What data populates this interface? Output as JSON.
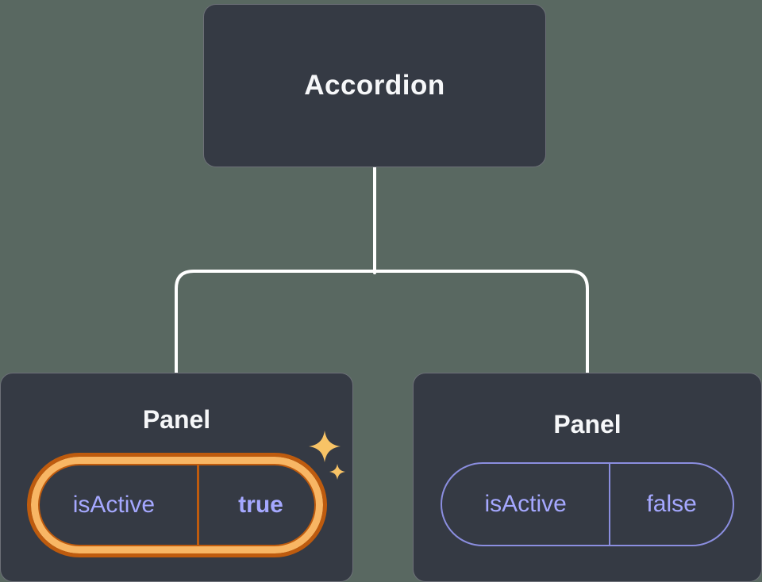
{
  "diagram": {
    "root": {
      "label": "Accordion"
    },
    "panels": [
      {
        "label": "Panel",
        "prop_name": "isActive",
        "prop_value": "true",
        "state": "active-highlighted"
      },
      {
        "label": "Panel",
        "prop_name": "isActive",
        "prop_value": "false",
        "state": "inactive"
      }
    ],
    "colors": {
      "background": "#596861",
      "node_bg": "#353A44",
      "node_text": "#F6F7F9",
      "connector": "#FFFFFF",
      "prop_accent": "#A5A8FF",
      "prop_border": "#8B8EE0",
      "highlight_outer": "#BE5B0E",
      "highlight_inner": "#F8B664",
      "sparkle": "#F8C366"
    },
    "icons": [
      {
        "name": "sparkle-icon-large"
      },
      {
        "name": "sparkle-icon-small"
      }
    ]
  }
}
